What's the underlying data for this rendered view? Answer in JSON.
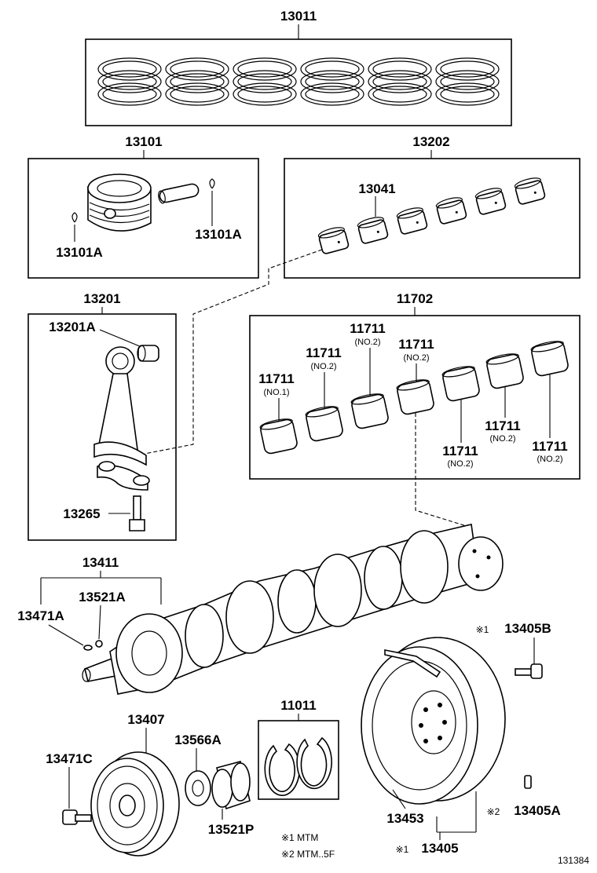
{
  "diagram_id": "131384",
  "labels": {
    "p13011": "13011",
    "p13101": "13101",
    "p13101a_left": "13101A",
    "p13101a_right": "13101A",
    "p13202": "13202",
    "p13041": "13041",
    "p13201": "13201",
    "p13201a": "13201A",
    "p13265": "13265",
    "p11702": "11702",
    "b1": {
      "num": "11711",
      "sub": "(NO.1)"
    },
    "b2": {
      "num": "11711",
      "sub": "(NO.2)"
    },
    "b3": {
      "num": "11711",
      "sub": "(NO.2)"
    },
    "b4": {
      "num": "11711",
      "sub": "(NO.2)"
    },
    "b5": {
      "num": "11711",
      "sub": "(NO.2)"
    },
    "b6": {
      "num": "11711",
      "sub": "(NO.2)"
    },
    "b7": {
      "num": "11711",
      "sub": "(NO.2)"
    },
    "p13411": "13411",
    "p13471a": "13471A",
    "p13521a": "13521A",
    "p13405b": "13405B",
    "p13405b_mark": "※1",
    "p11011": "11011",
    "p13407": "13407",
    "p13471c": "13471C",
    "p13566a": "13566A",
    "p13521p": "13521P",
    "p13453": "13453",
    "p13405a": "13405A",
    "p13405a_mark": "※2",
    "p13405": "13405",
    "p13405_mark": "※1"
  },
  "notes": {
    "n1": "※1 MTM",
    "n2": "※2 MTM..5F"
  }
}
